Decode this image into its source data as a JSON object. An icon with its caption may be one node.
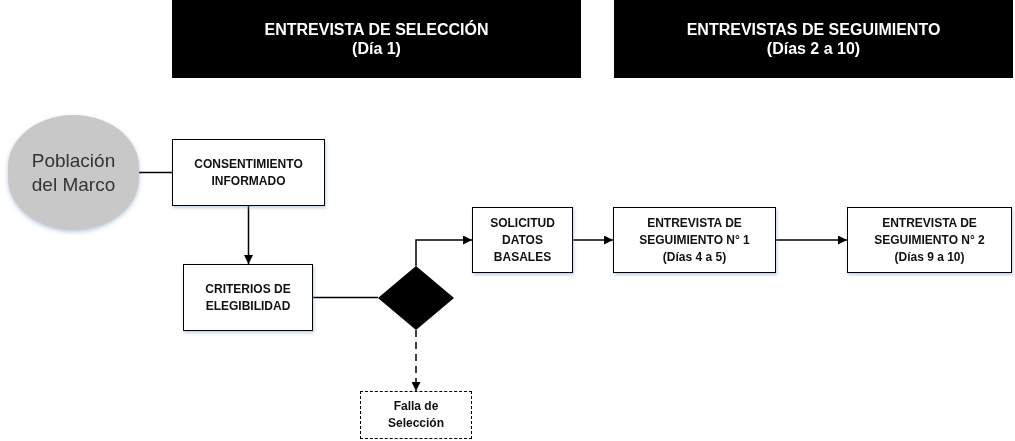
{
  "diagram": {
    "nodes": [
      {
        "text": [
          "ENTREVISTA DE SELECCIÓN",
          "(Día 1)"
        ]
      },
      {
        "text": [
          "ENTREVISTAS DE SEGUIMIENTO",
          "(Días 2 a 10)"
        ]
      },
      {
        "text": [
          "Población del Marco"
        ]
      },
      {
        "text": [
          "CONSENTIMIENTO INFORMADO"
        ]
      },
      {
        "text": [
          "CRITERIOS DE ELEGIBILIDAD"
        ]
      },
      {
        "text": [],
        "shape": "diamond"
      },
      {
        "text": [
          "SOLICITUD DATOS BASALES"
        ]
      },
      {
        "text": [
          "ENTREVISTA DE SEGUIMIENTO N° 1",
          "(Días 4 a 5)"
        ]
      },
      {
        "text": [
          "ENTREVISTA DE SEGUIMIENTO N° 2",
          "(Días 9 a 10)"
        ]
      },
      {
        "text": [
          "Falla de Selección"
        ]
      }
    ],
    "edges": [
      {
        "from": 2,
        "to": 3,
        "arrow": "none"
      },
      {
        "from": 3,
        "to": 4,
        "arrow": "to"
      },
      {
        "from": 4,
        "to": 5,
        "arrow": "none"
      },
      {
        "from": 5,
        "to": 6,
        "arrow": "to"
      },
      {
        "from": 6,
        "to": 7,
        "arrow": "to"
      },
      {
        "from": 7,
        "to": 8,
        "arrow": "to"
      },
      {
        "from": 5,
        "to": 9,
        "arrow": "to",
        "style": "dashed"
      }
    ]
  }
}
